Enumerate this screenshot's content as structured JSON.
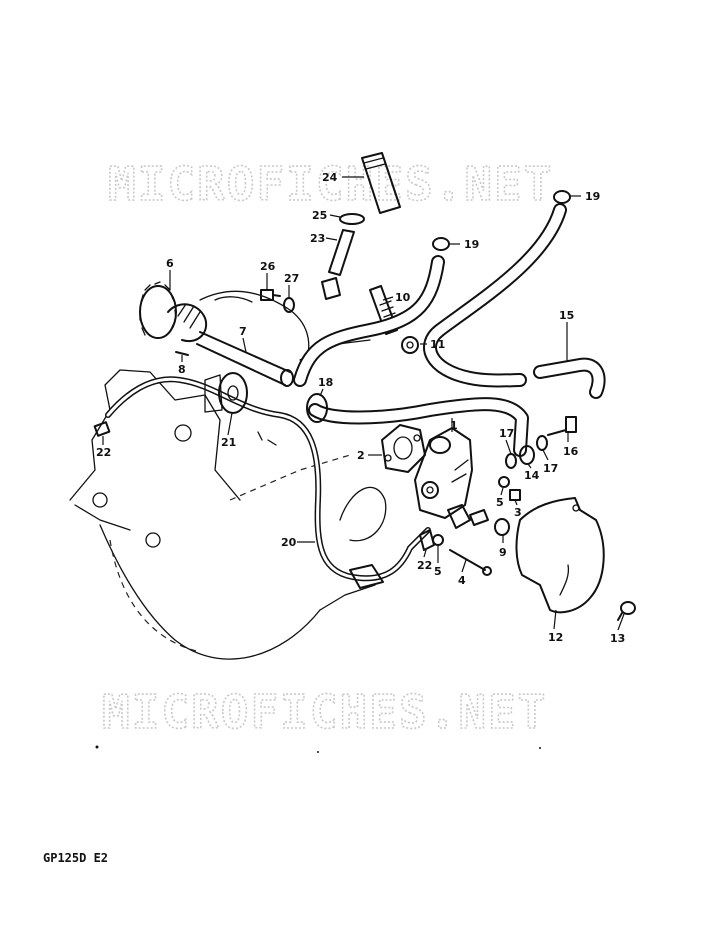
{
  "watermarks": [
    "MICROFICHES.NET",
    "MICROFICHES.NET"
  ],
  "model_code": "GP125D E2",
  "callouts": [
    {
      "id": "c24",
      "text": "24"
    },
    {
      "id": "c19a",
      "text": "19"
    },
    {
      "id": "c25",
      "text": "25"
    },
    {
      "id": "c19b",
      "text": "19"
    },
    {
      "id": "c23",
      "text": "23"
    },
    {
      "id": "c26",
      "text": "26"
    },
    {
      "id": "c27",
      "text": "27"
    },
    {
      "id": "c6",
      "text": "6"
    },
    {
      "id": "c10",
      "text": "10"
    },
    {
      "id": "c15",
      "text": "15"
    },
    {
      "id": "c7",
      "text": "7"
    },
    {
      "id": "c11",
      "text": "11"
    },
    {
      "id": "c8",
      "text": "8"
    },
    {
      "id": "c18",
      "text": "18"
    },
    {
      "id": "c1",
      "text": "1"
    },
    {
      "id": "c17a",
      "text": "17"
    },
    {
      "id": "c16",
      "text": "16"
    },
    {
      "id": "c21",
      "text": "21"
    },
    {
      "id": "c22a",
      "text": "22"
    },
    {
      "id": "c2",
      "text": "2"
    },
    {
      "id": "c14",
      "text": "14"
    },
    {
      "id": "c17b",
      "text": "17"
    },
    {
      "id": "c5a",
      "text": "5"
    },
    {
      "id": "c3",
      "text": "3"
    },
    {
      "id": "c20",
      "text": "20"
    },
    {
      "id": "c9",
      "text": "9"
    },
    {
      "id": "c22b",
      "text": "22"
    },
    {
      "id": "c5b",
      "text": "5"
    },
    {
      "id": "c4",
      "text": "4"
    },
    {
      "id": "c12",
      "text": "12"
    },
    {
      "id": "c13",
      "text": "13"
    }
  ]
}
